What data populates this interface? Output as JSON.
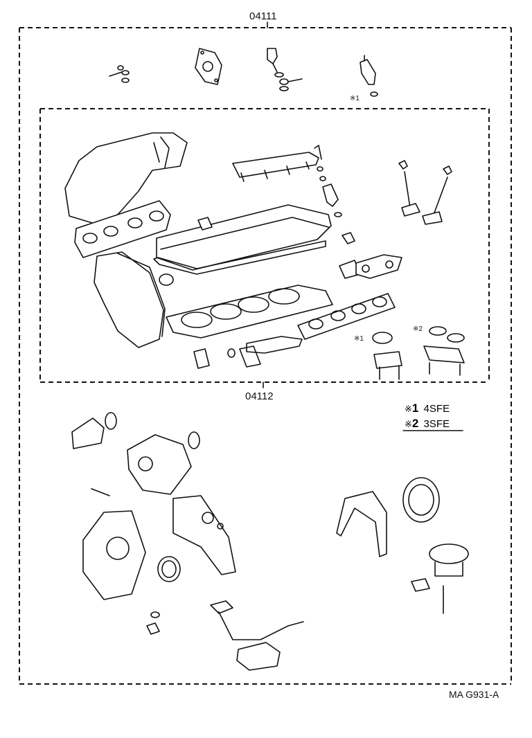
{
  "diagram": {
    "group_outer_label": "04111",
    "group_inner_label": "04112",
    "notes": {
      "note1_top": "※1",
      "note1_lower": "※1",
      "note2_lower": "※2"
    },
    "legend": [
      {
        "mark": "※",
        "num": "1",
        "text": "4SFE"
      },
      {
        "mark": "※",
        "num": "2",
        "text": "3SFE"
      }
    ],
    "figure_code": "MA G931-A"
  }
}
